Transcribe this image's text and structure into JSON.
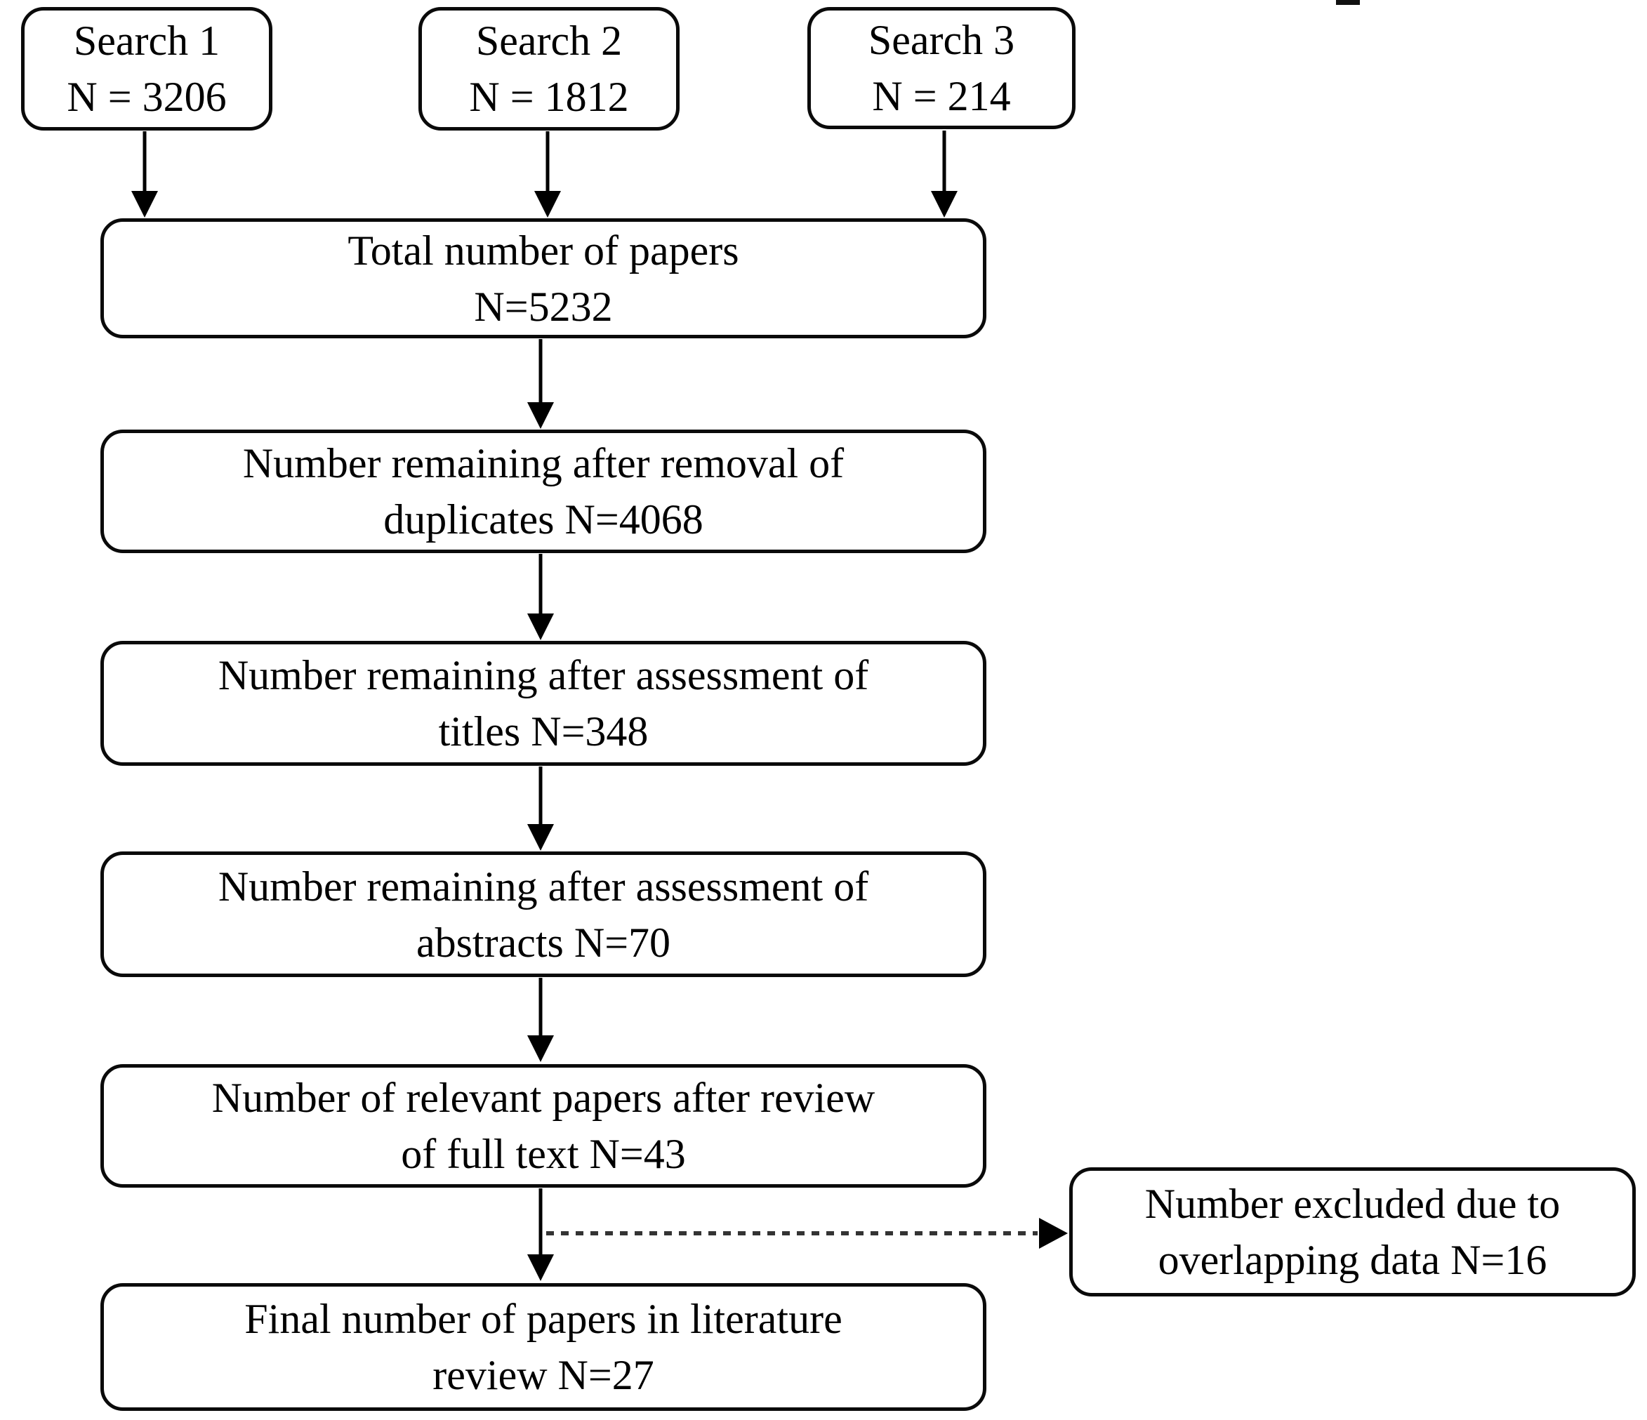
{
  "figure": {
    "kind": "literature-review-flowchart",
    "background_color": "#ffffff",
    "line_color": "#000000",
    "box_fill": "#ffffff",
    "box_border_color": "#0a0a0a"
  },
  "nodes": {
    "search1": {
      "line1": "Search 1",
      "line2": "N = 3206"
    },
    "search2": {
      "line1": "Search 2",
      "line2": "N = 1812"
    },
    "search3": {
      "line1": "Search 3",
      "line2": "N = 214"
    },
    "total": {
      "line1": "Total number of papers",
      "line2": "N=5232"
    },
    "duplicates": {
      "line1": "Number remaining after removal of",
      "line2": "duplicates N=4068"
    },
    "titles": {
      "line1": "Number remaining after assessment of",
      "line2": "titles N=348"
    },
    "abstracts": {
      "line1": "Number remaining after assessment of",
      "line2": "abstracts N=70"
    },
    "fulltext": {
      "line1": "Number of relevant papers after review",
      "line2": "of full text N=43"
    },
    "final": {
      "line1": "Final number of papers in literature",
      "line2": "review N=27"
    },
    "excluded": {
      "line1": "Number excluded due to",
      "line2": "overlapping data N=16"
    }
  },
  "edges": [
    {
      "from": "search1",
      "to": "total",
      "style": "solid"
    },
    {
      "from": "search2",
      "to": "total",
      "style": "solid"
    },
    {
      "from": "search3",
      "to": "total",
      "style": "solid"
    },
    {
      "from": "total",
      "to": "duplicates",
      "style": "solid"
    },
    {
      "from": "duplicates",
      "to": "titles",
      "style": "solid"
    },
    {
      "from": "titles",
      "to": "abstracts",
      "style": "solid"
    },
    {
      "from": "abstracts",
      "to": "fulltext",
      "style": "solid"
    },
    {
      "from": "fulltext",
      "to": "final",
      "style": "solid"
    },
    {
      "from": "fulltext",
      "to": "excluded",
      "style": "dashed"
    }
  ]
}
